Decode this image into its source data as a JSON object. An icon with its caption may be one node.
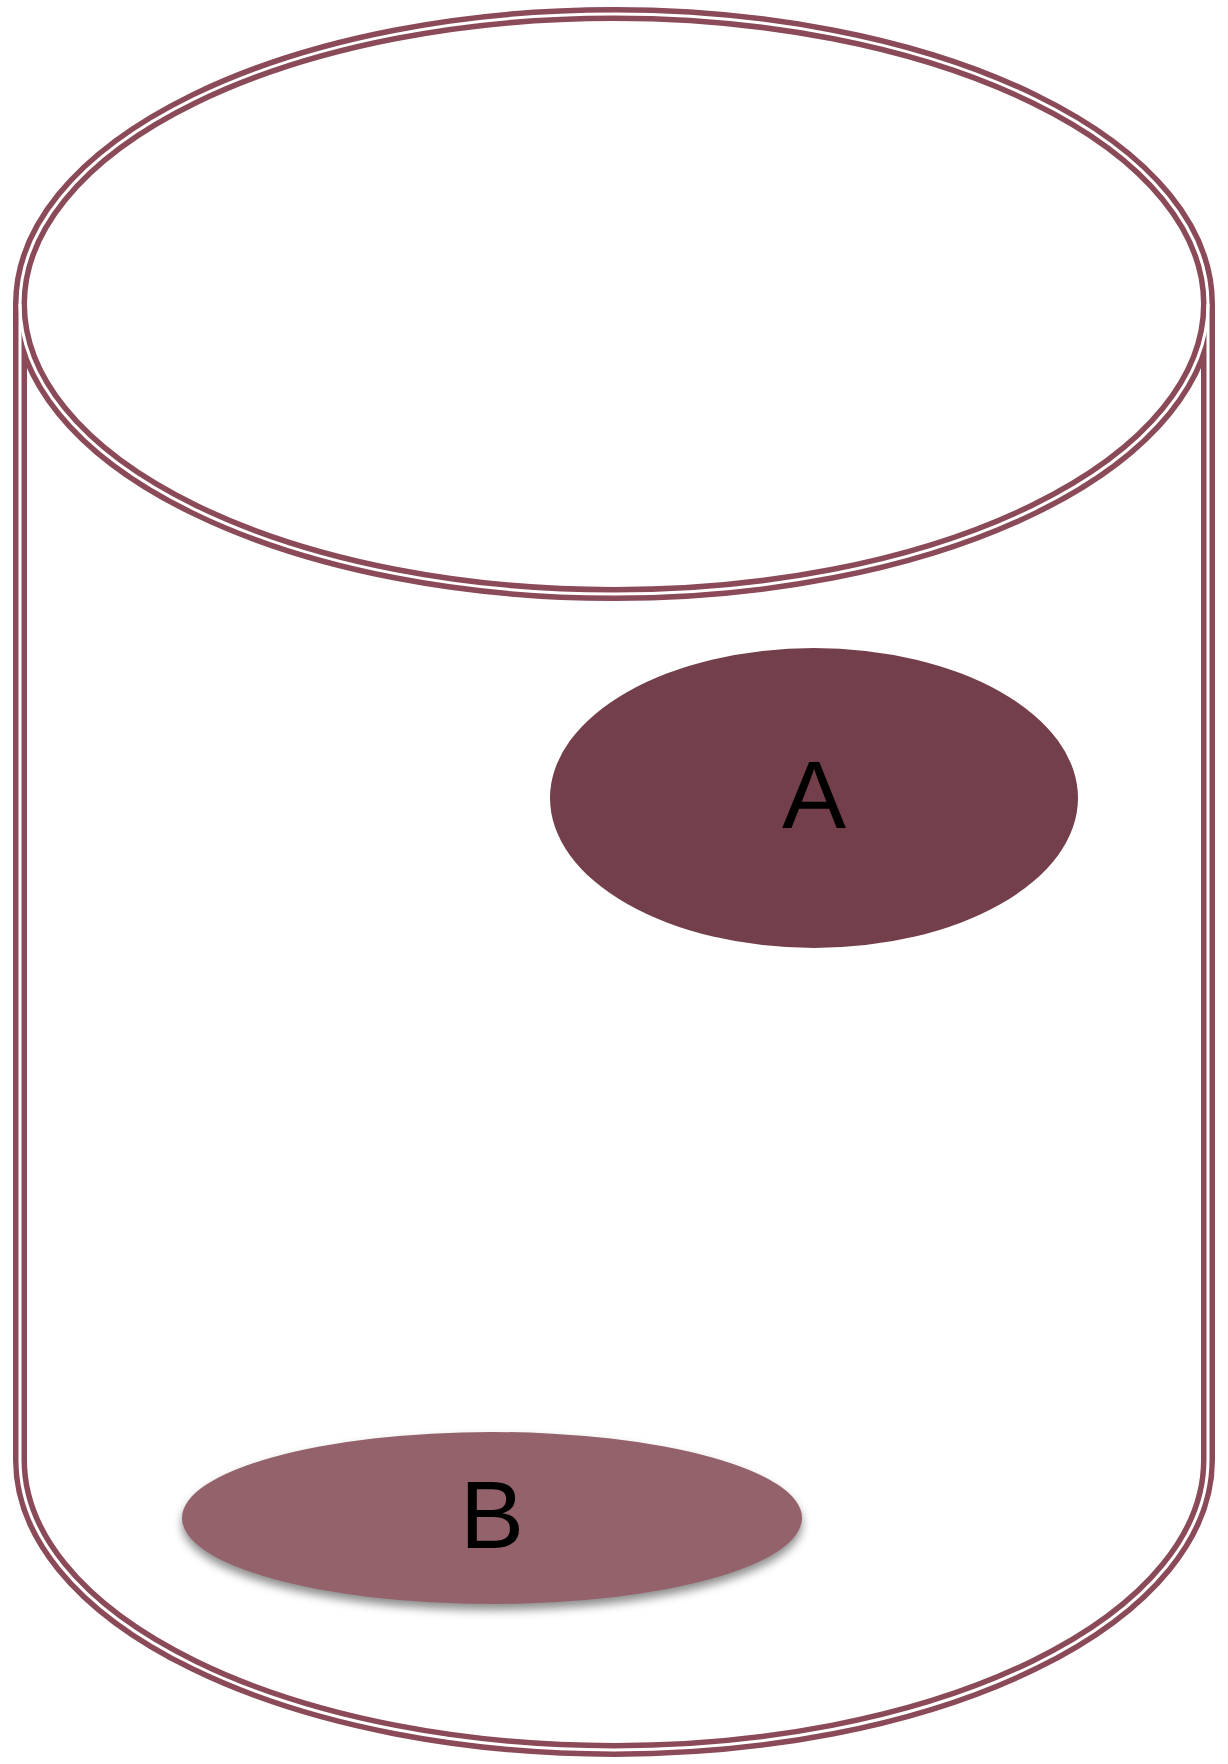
{
  "diagram": {
    "nodes": [
      {
        "text": [],
        "shape": "cylinder"
      },
      {
        "text": [
          "A"
        ],
        "in": 0
      },
      {
        "text": [
          "B"
        ],
        "in": 0
      }
    ],
    "edges": []
  }
}
